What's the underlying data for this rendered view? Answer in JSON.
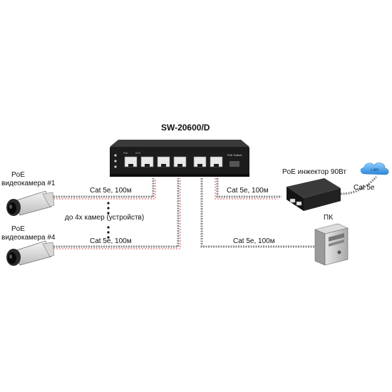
{
  "switch": {
    "model": "SW-20600/D",
    "badge": "PoE Switch",
    "led_labels": [
      "PoE",
      "SYS"
    ]
  },
  "cameras": {
    "top": {
      "line1": "PoE",
      "line2": "видеокамера",
      "num": "#1"
    },
    "bottom": {
      "line1": "PoE",
      "line2": "видеокамера",
      "num": "#4"
    }
  },
  "cables": {
    "cam1": "Cat 5e, 100м",
    "cam4": "Cat 5e, 100м",
    "injector": "Cat 5e, 100м",
    "pc": "Cat 5e, 100м",
    "lan": "Cat 5e"
  },
  "note": "до 4х камер (устройств)",
  "injector": {
    "label": "PoE инжектор 90Вт"
  },
  "pc": {
    "label": "ПК"
  },
  "cloud": {
    "label": "LAN"
  },
  "colors": {
    "cable": "#9a9a9a",
    "poe_line": "#e02020",
    "device": "#1a1a1a",
    "cloud": "#3aa0e6"
  }
}
